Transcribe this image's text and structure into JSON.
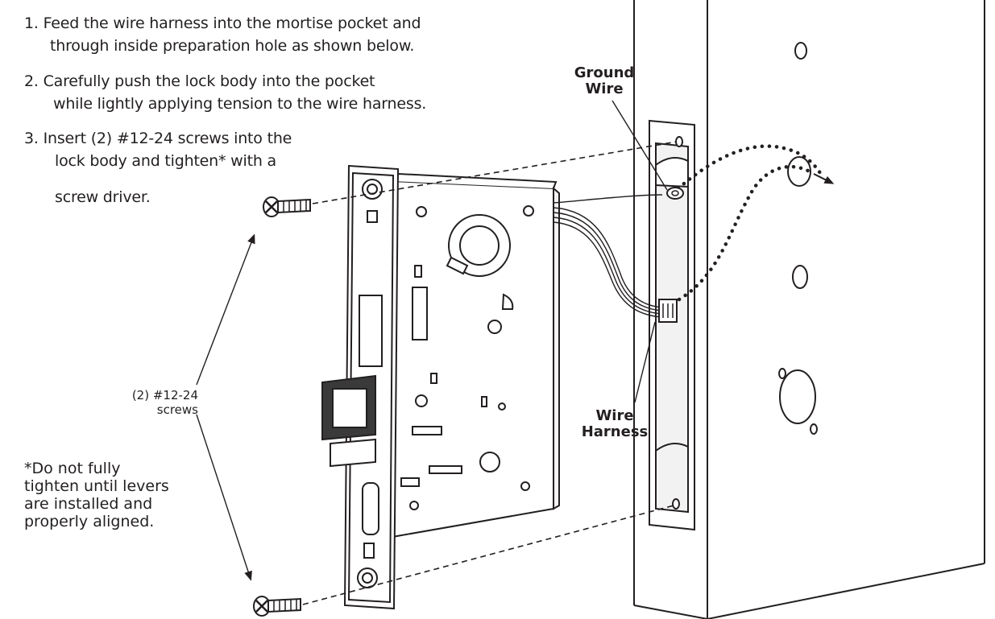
{
  "instructions": {
    "step1_line1": "1.  Feed the wire harness into the mortise pocket and",
    "step1_line2": "through inside preparation hole as shown below.",
    "step2_line1": "2.  Carefully push the lock body into the pocket",
    "step2_line2": "while lightly applying tension to the wire harness.",
    "step3_line1": "3.  Insert (2) #12-24 screws into the",
    "step3_line2": "lock body and tighten* with a",
    "step3_line3": "screw driver."
  },
  "callouts": {
    "ground_wire_line1": "Ground",
    "ground_wire_line2": "Wire",
    "wire_harness_line1": "Wire",
    "wire_harness_line2": "Harness",
    "screws_line1": "(2) #12-24",
    "screws_line2": "screws"
  },
  "footnote": {
    "line1": "*Do not fully",
    "line2": "tighten until levers",
    "line3": "are installed and",
    "line4": "properly aligned."
  },
  "colors": {
    "ink": "#231f20",
    "plate_fill": "#ffffff",
    "recess_fill": "#f2f2f2",
    "dark_fill": "#3a3a3a"
  }
}
